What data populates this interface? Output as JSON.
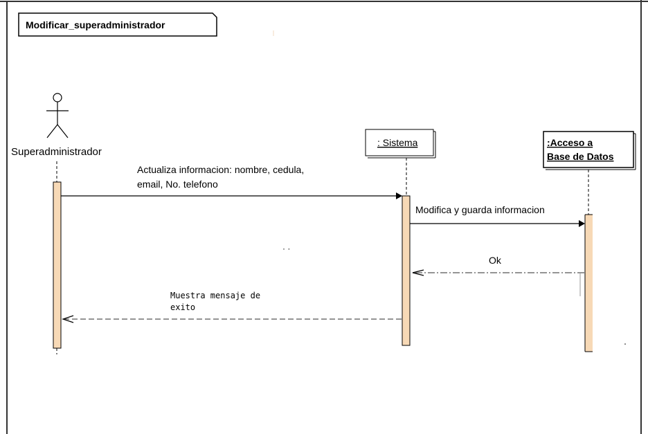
{
  "frame": {
    "title": "Modificar_superadministrador"
  },
  "lifelines": {
    "actor": "Superadministrador",
    "sistema": ": Sistema",
    "acceso_line1": ":Acceso a",
    "acceso_line2": "Base de Datos"
  },
  "messages": {
    "m1_line1": "Actualiza informacion: nombre, cedula,",
    "m1_line2": "email, No. telefono",
    "m2": "Modifica y guarda informacion",
    "m3": "Ok",
    "m4_line1": "Muestra mensaje de",
    "m4_line2": "exito"
  },
  "colors": {
    "activation_fill": "#f7d9b6",
    "line": "#000000"
  }
}
